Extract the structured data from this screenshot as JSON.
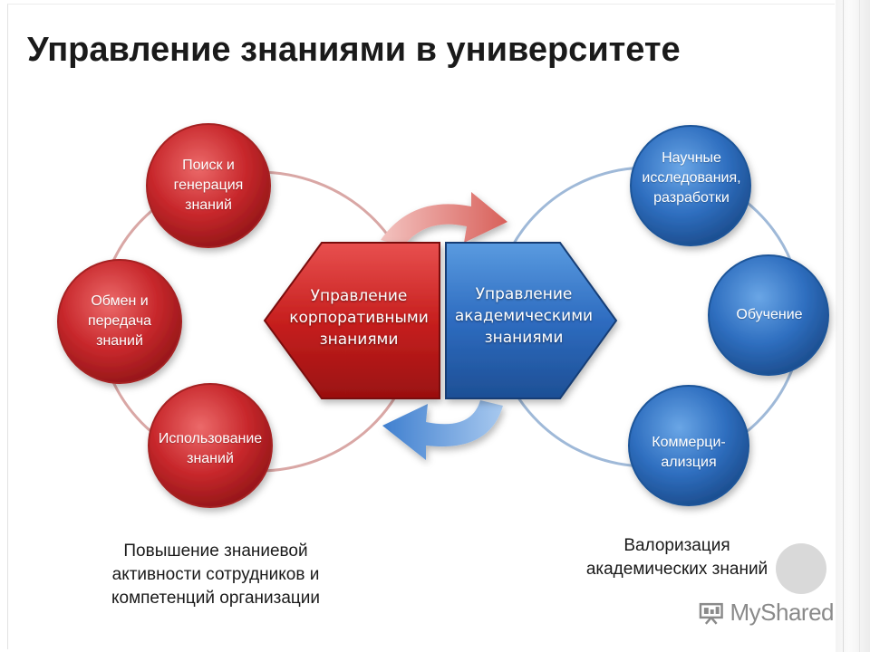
{
  "title": "Управление знаниями в университете",
  "left_nodes": [
    {
      "label": "Поиск и\nгенерация\nзнаний"
    },
    {
      "label": "Обмен и\nпередача\nзнаний"
    },
    {
      "label": "Использование\nзнаний"
    }
  ],
  "right_nodes": [
    {
      "label": "Научные\nисследования,\nразработки"
    },
    {
      "label": "Обучение"
    },
    {
      "label": "Коммерци-\nализция"
    }
  ],
  "center": {
    "corporate": "Управление\nкорпоративными\nзнаниями",
    "academic": "Управление\nакадемическими\nзнаниями"
  },
  "captions": {
    "left": "Повышение знаниевой\nактивности сотрудников и\nкомпетенций организации",
    "right": "Валоризация\nакадемических знаний"
  },
  "watermark": {
    "text": "MyShared"
  },
  "colors": {
    "red": "#c0282b",
    "blue": "#2f6fb8"
  }
}
